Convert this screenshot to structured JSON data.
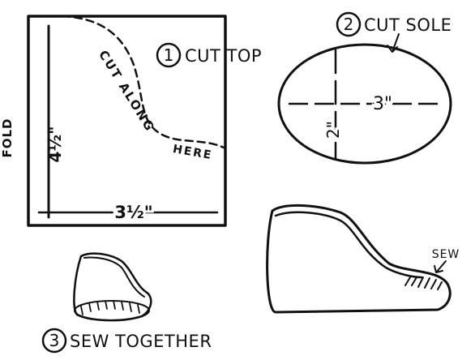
{
  "diagram": {
    "step1": {
      "number": "1",
      "title": "CUT TOP"
    },
    "step2": {
      "number": "2",
      "title": "CUT SOLE"
    },
    "step3": {
      "number": "3",
      "title": "SEW TOGETHER"
    },
    "top_pattern": {
      "fold_label": "FOLD",
      "height_label": "4½\"",
      "width_label": "3½\"",
      "cut_label_1": "CUT ALONG",
      "cut_label_2": "HERE"
    },
    "sole_pattern": {
      "width_label": "3\"",
      "height_label": "2\""
    },
    "bootie": {
      "sew_label": "SEW"
    },
    "colors": {
      "ink": "#111111",
      "paper": "#ffffff"
    }
  }
}
